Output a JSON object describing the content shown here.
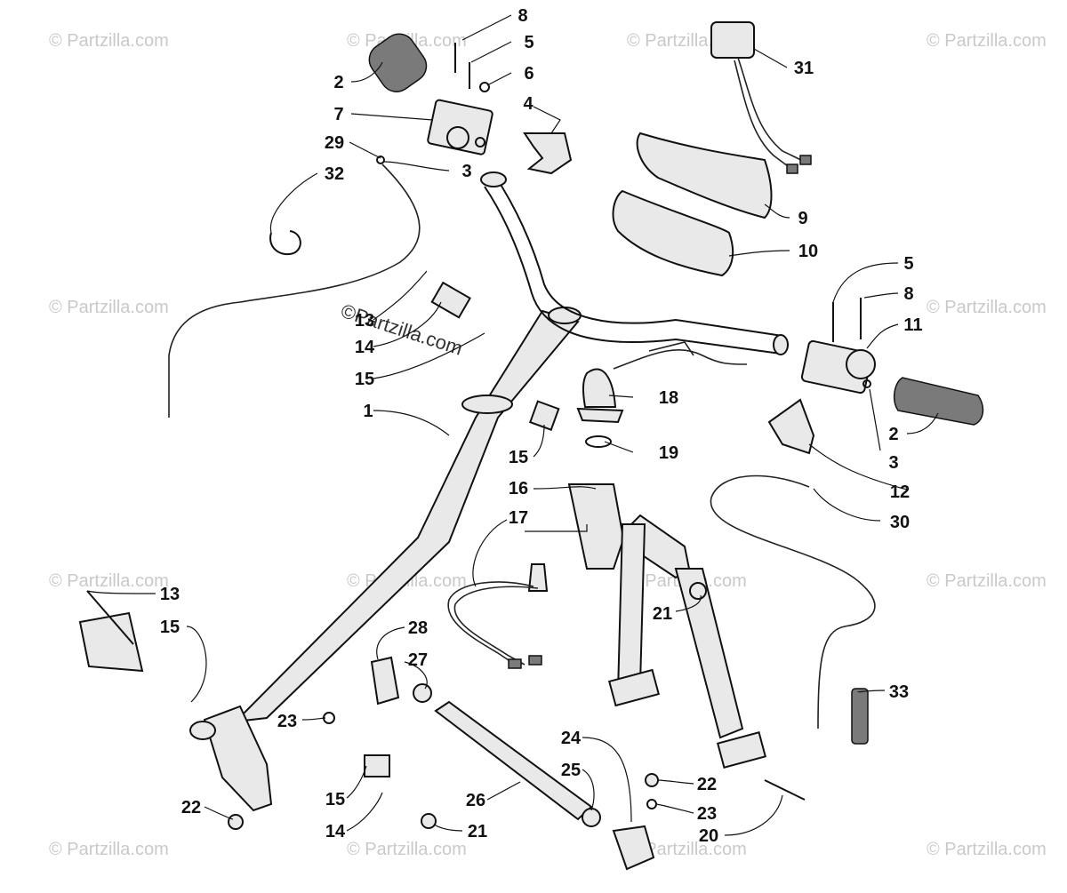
{
  "watermark": {
    "text": "© Partzilla.com",
    "center_stamp": "©Partzilla.com"
  },
  "callouts": [
    {
      "id": "c-8a",
      "label": "8"
    },
    {
      "id": "c-5a",
      "label": "5"
    },
    {
      "id": "c-6",
      "label": "6"
    },
    {
      "id": "c-2a",
      "label": "2"
    },
    {
      "id": "c-4",
      "label": "4"
    },
    {
      "id": "c-7",
      "label": "7"
    },
    {
      "id": "c-29",
      "label": "29"
    },
    {
      "id": "c-32",
      "label": "32"
    },
    {
      "id": "c-3a",
      "label": "3"
    },
    {
      "id": "c-31",
      "label": "31"
    },
    {
      "id": "c-9",
      "label": "9"
    },
    {
      "id": "c-10",
      "label": "10"
    },
    {
      "id": "c-5b",
      "label": "5"
    },
    {
      "id": "c-8b",
      "label": "8"
    },
    {
      "id": "c-11",
      "label": "11"
    },
    {
      "id": "c-13a",
      "label": "13"
    },
    {
      "id": "c-14a",
      "label": "14"
    },
    {
      "id": "c-15a",
      "label": "15"
    },
    {
      "id": "c-1",
      "label": "1"
    },
    {
      "id": "c-18",
      "label": "18"
    },
    {
      "id": "c-19",
      "label": "19"
    },
    {
      "id": "c-15b",
      "label": "15"
    },
    {
      "id": "c-2b",
      "label": "2"
    },
    {
      "id": "c-3b",
      "label": "3"
    },
    {
      "id": "c-12",
      "label": "12"
    },
    {
      "id": "c-16",
      "label": "16"
    },
    {
      "id": "c-30",
      "label": "30"
    },
    {
      "id": "c-17",
      "label": "17"
    },
    {
      "id": "c-21a",
      "label": "21"
    },
    {
      "id": "c-13b",
      "label": "13"
    },
    {
      "id": "c-15c",
      "label": "15"
    },
    {
      "id": "c-28",
      "label": "28"
    },
    {
      "id": "c-27",
      "label": "27"
    },
    {
      "id": "c-33",
      "label": "33"
    },
    {
      "id": "c-23a",
      "label": "23"
    },
    {
      "id": "c-24",
      "label": "24"
    },
    {
      "id": "c-25",
      "label": "25"
    },
    {
      "id": "c-22a",
      "label": "22"
    },
    {
      "id": "c-23b",
      "label": "23"
    },
    {
      "id": "c-15d",
      "label": "15"
    },
    {
      "id": "c-26",
      "label": "26"
    },
    {
      "id": "c-22b",
      "label": "22"
    },
    {
      "id": "c-14b",
      "label": "14"
    },
    {
      "id": "c-21b",
      "label": "21"
    },
    {
      "id": "c-20",
      "label": "20"
    }
  ]
}
